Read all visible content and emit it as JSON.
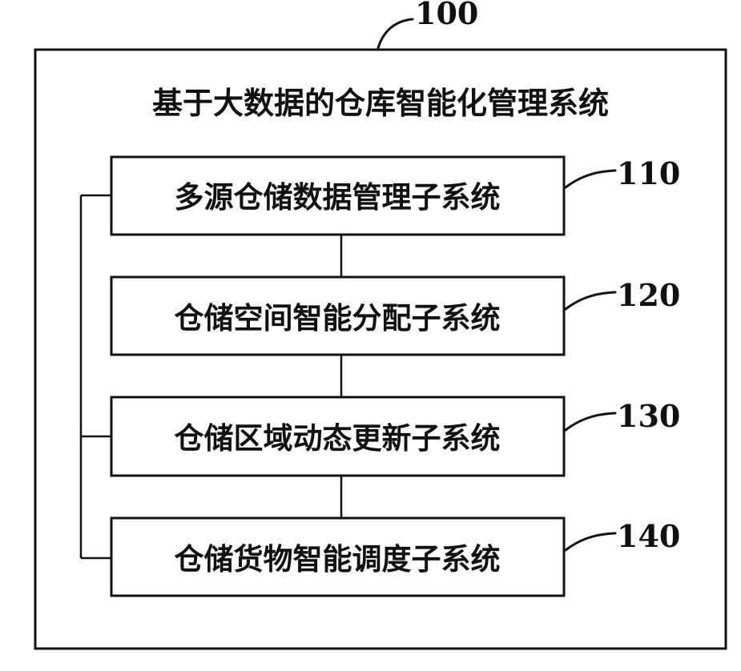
{
  "system": {
    "ref": "100",
    "title": "基于大数据的仓库智能化管理系统"
  },
  "subsystems": [
    {
      "ref": "110",
      "label": "多源仓储数据管理子系统"
    },
    {
      "ref": "120",
      "label": "仓储空间智能分配子系统"
    },
    {
      "ref": "130",
      "label": "仓储区域动态更新子系统"
    },
    {
      "ref": "140",
      "label": "仓储货物智能调度子系统"
    }
  ]
}
